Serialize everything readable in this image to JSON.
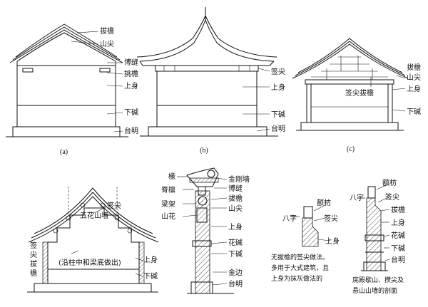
{
  "figures": {
    "a": {
      "caption": "(a)",
      "labels": [
        "拔檐",
        "山尖",
        "博缝",
        "挑檐",
        "上身",
        "下碱",
        "台明"
      ]
    },
    "b": {
      "caption": "(b)",
      "labels": [
        "签尖",
        "上身",
        "下碱",
        "台明"
      ]
    },
    "c": {
      "caption": "(c)",
      "labels": [
        "签尖拔檐",
        "山尖",
        "上身",
        "下碱",
        "拔檐"
      ]
    },
    "d": {
      "label_gable": "签尖",
      "label_flower": "五花山墙",
      "label_flower_sub": "(沿柱中和梁底做出)",
      "label_left": [
        "签",
        "尖",
        "拔",
        "檐"
      ],
      "label_body": "上身",
      "label_base": "下碱"
    },
    "e": {
      "labels": [
        "椽",
        "金刚墙",
        "脊檩",
        "博缝",
        "拔檐",
        "梁架",
        "山尖",
        "山花",
        "上身",
        "花碱",
        "下碱",
        "金边",
        "台明"
      ]
    },
    "f": {
      "labels": [
        "额枋",
        "八字",
        "签尖",
        "上身"
      ],
      "note": [
        "无拔檐的签尖做法。",
        "多用于大式建筑，且",
        "上身为抹灰做法的"
      ]
    },
    "g": {
      "labels": [
        "额枋",
        "八字",
        "签尖",
        "拔檐",
        "上身",
        "花碱",
        "下碱",
        "台明"
      ],
      "note": [
        "庑殿歇山、攒尖及",
        "悬山山墙的剖面"
      ]
    }
  }
}
